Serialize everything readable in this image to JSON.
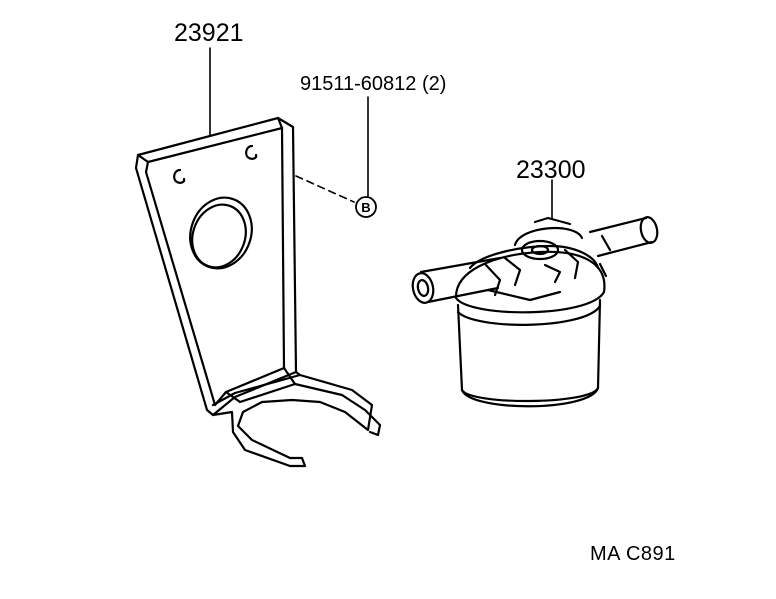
{
  "parts": {
    "bracket": {
      "number": "23921"
    },
    "bolt": {
      "number": "91511-60812 (2)"
    },
    "fuel_filter": {
      "number": "23300"
    }
  },
  "callout": {
    "letter": "B"
  },
  "figure_code": "MA  C891"
}
